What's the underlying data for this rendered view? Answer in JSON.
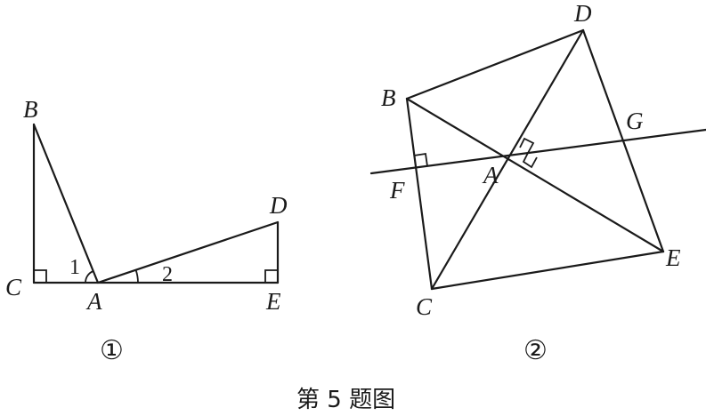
{
  "figure1": {
    "label": "①",
    "points": {
      "B": {
        "label": "B"
      },
      "C": {
        "label": "C"
      },
      "A": {
        "label": "A"
      },
      "D": {
        "label": "D"
      },
      "E": {
        "label": "E"
      }
    },
    "angles": {
      "angle1": "1",
      "angle2": "2"
    }
  },
  "figure2": {
    "label": "②",
    "points": {
      "D": {
        "label": "D"
      },
      "B": {
        "label": "B"
      },
      "G": {
        "label": "G"
      },
      "A": {
        "label": "A"
      },
      "F": {
        "label": "F"
      },
      "E": {
        "label": "E"
      },
      "C": {
        "label": "C"
      }
    }
  },
  "caption": "第 5 题图",
  "colors": {
    "stroke": "#1a1a1a",
    "background": "#ffffff"
  }
}
